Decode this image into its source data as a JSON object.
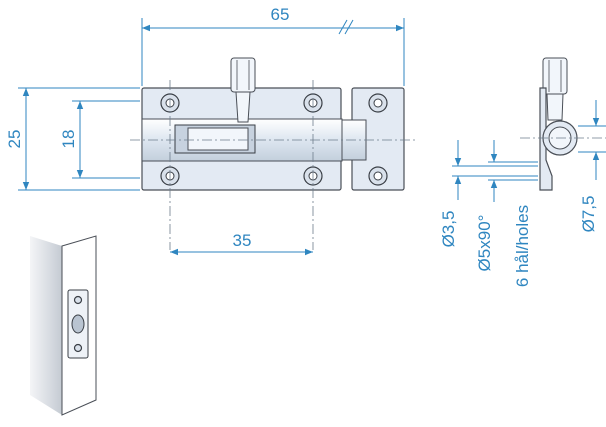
{
  "dimensions": {
    "overall_length": "65",
    "height": "25",
    "inner_height": "18",
    "hole_spacing": "35",
    "hole_diameter": "Ø3,5",
    "countersink": "Ø5x90°",
    "holes_note": "6 hål/holes",
    "bolt_diameter": "Ø7,5"
  },
  "colors": {
    "dimension": "#2f86c0",
    "outline": "#4a4f57"
  }
}
